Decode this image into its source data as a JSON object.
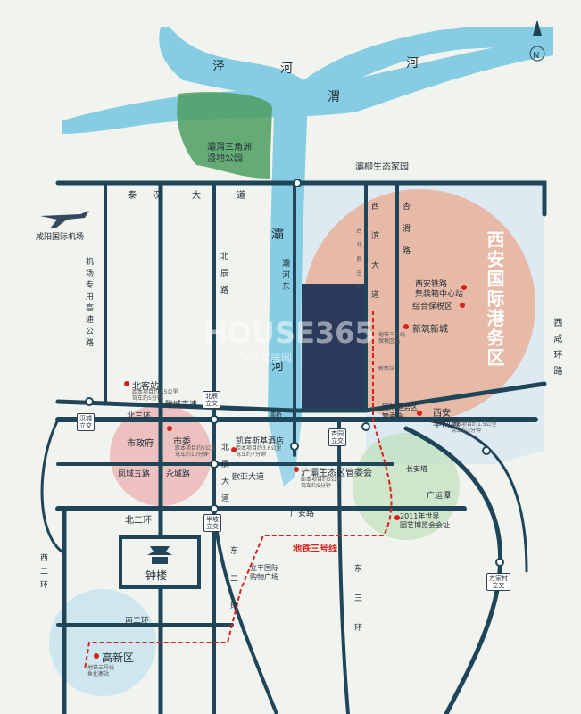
{
  "rivers": {
    "jing": [
      "泾",
      "河",
      "河"
    ],
    "wei": "渭",
    "ba": "灞",
    "chan_river_east": "灞河东",
    "he": "河"
  },
  "parks": {
    "delta": "灞渭三角洲\n湿地公园",
    "baliu": "灞柳生态家园"
  },
  "roads": {
    "taihan": [
      "泰",
      "汉",
      "大",
      "道"
    ],
    "airport_road": "机场专用高速公路",
    "north_chen": "北辰路",
    "xibin": "西滨大道",
    "xingwei": "杏渭路",
    "xixian_ring": "西咸环路",
    "longcheng": "陇城高速",
    "north_third_ring": "北三环",
    "fengcheng5": "凤城五路",
    "yongcheng": "永城路",
    "beichen_dadao": "北辰大道",
    "ouya": "欧亚大道",
    "north_second_ring": "北二环",
    "guangan": "广安路",
    "south_second_ring": "南二环",
    "west_second_ring": "西二环",
    "east_second_ring": "东二环",
    "east_third_ring": "东三环",
    "guangyuntan": "广运潭",
    "bayan": "灞桥"
  },
  "places": {
    "airport": "咸阳国际机场",
    "north_station": "北客站",
    "city_hall": "市政府",
    "city_committee": "市委",
    "kempinski": "凯宾斯基酒店",
    "chanba": "浐灞生态区管委会",
    "port_district": "西安国际港务区",
    "rail_hub": "西安铁路\n集装箱中心站",
    "bonded": "综合保税区",
    "xinzhu": "新筑新城",
    "port_committee": "国际港务区\n管委会",
    "huanan": "西安\n华南城",
    "changan_tower": "长安塔",
    "expo": "2011年世界\n园艺博览会会址",
    "lifeng_mall": "立丰国际\n购物广场",
    "metro3": "地铁三号线",
    "bell_tower": "钟楼",
    "gaoxin": "高新区",
    "metro3_station": "地铁三号线\n鱼化寨站",
    "xifeng_village": "西\n北\n辰\n庄\n村",
    "metro3_terminus": "地铁三号线\n保税区站",
    "xinzhu_station": "新筑站",
    "watermark": "HOUSE365",
    "watermark_sub": "365家居网"
  },
  "interchanges": {
    "hancheng": "汉城\n立交",
    "beichen": "北辰\n立交",
    "xingyuan": "杏园\n立交",
    "banpo": "半坡\n立交",
    "fangjiacun": "方家村\n立交",
    "baqiao": "灞桥"
  },
  "notes": {
    "note1": "距本项目约2.5公里\n驾车约5分钟",
    "note2": "距本项目约5公里\n驾车约10分钟",
    "note3": "距本项目约3.6公里\n驾车约7分钟",
    "note4": "距本项目约3公里\n驾车约5分钟",
    "note5": "距本项目约1.5公里\n驾车约3分钟"
  },
  "compass": "N",
  "colors": {
    "river": "#86cde3",
    "road": "#1f4658",
    "port_circle": "#eaa98e",
    "metro": "#d8211c",
    "park": "#4e9e60",
    "project": "#2b3a5a"
  }
}
